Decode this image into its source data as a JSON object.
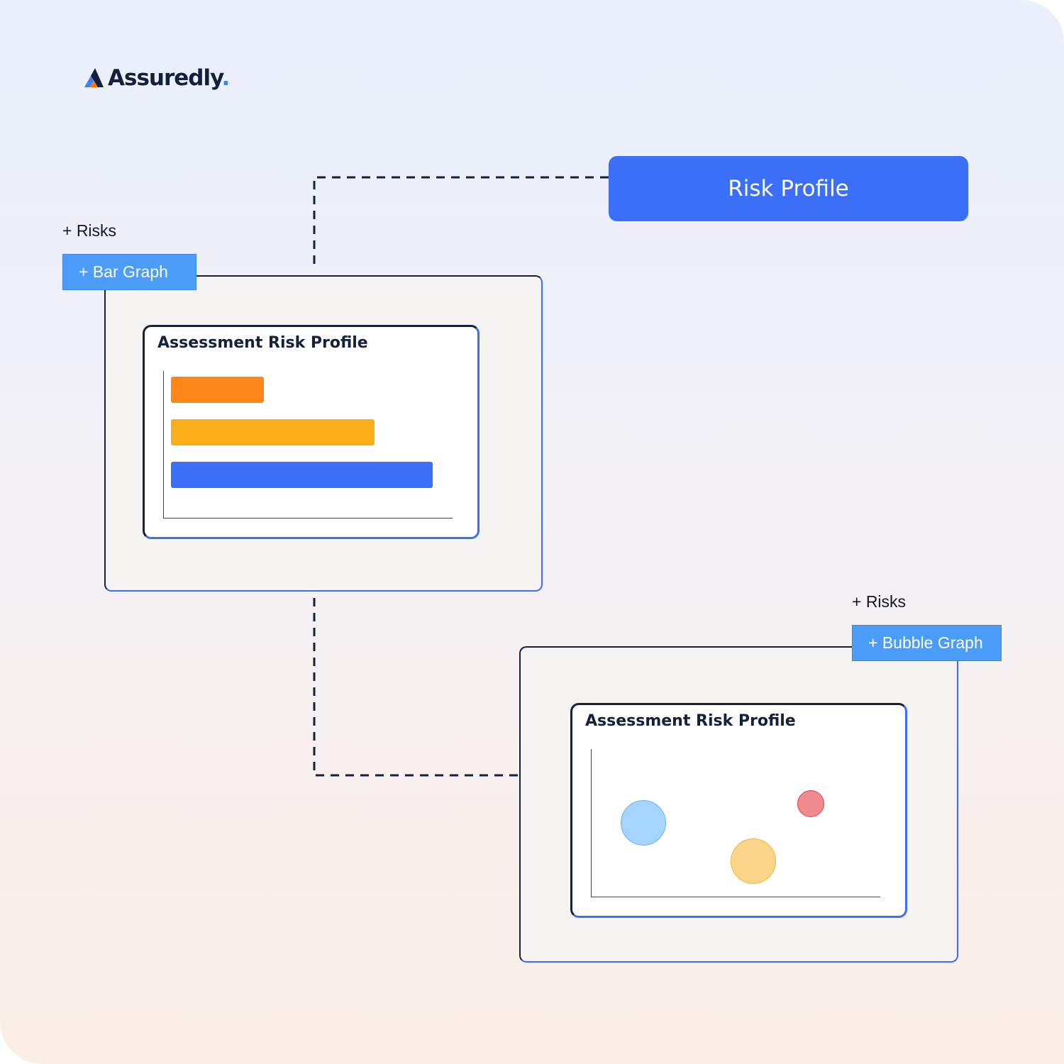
{
  "brand": {
    "name": "Assuredly",
    "dot": ".",
    "accent": "#3b82f6"
  },
  "risk_profile": {
    "label": "Risk Profile",
    "color": "#3b6ff8"
  },
  "panels": [
    {
      "risks_label": "+ Risks",
      "add_button": "+ Bar Graph",
      "card_title": "Assessment Risk Profile"
    },
    {
      "risks_label": "+ Risks",
      "add_button": "+ Bubble Graph",
      "card_title": "Assessment Risk Profile"
    }
  ],
  "chart_data": [
    {
      "type": "bar",
      "orientation": "horizontal",
      "series": [
        {
          "value": 32,
          "color": "#fd8819"
        },
        {
          "value": 70,
          "color": "#fbae1a"
        },
        {
          "value": 90,
          "color": "#3b6ff8"
        }
      ],
      "xlim": [
        0,
        100
      ]
    },
    {
      "type": "scatter",
      "points": [
        {
          "x": 18,
          "y": 50,
          "size": 32,
          "color": "#a5d4fd",
          "stroke": "#6db2f2"
        },
        {
          "x": 56,
          "y": 24,
          "size": 32,
          "color": "#fbd58a",
          "stroke": "#f1b53b"
        },
        {
          "x": 76,
          "y": 63,
          "size": 19,
          "color": "#f08a8f",
          "stroke": "#dc4450"
        }
      ],
      "xlim": [
        0,
        100
      ],
      "ylim": [
        0,
        100
      ]
    }
  ]
}
